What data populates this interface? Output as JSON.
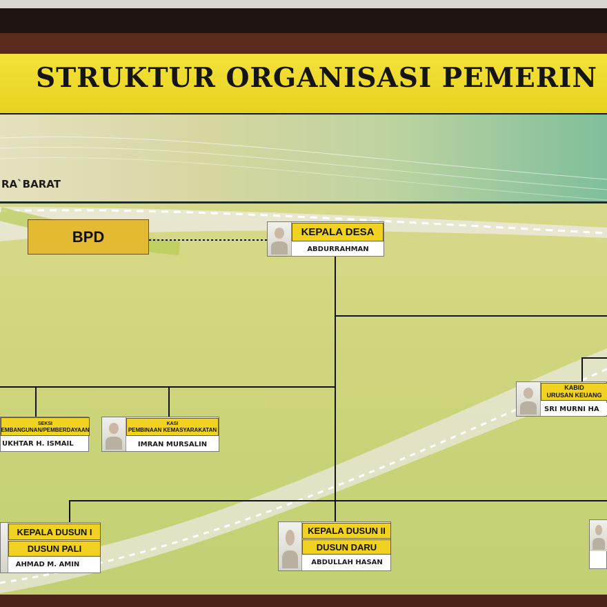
{
  "header": {
    "title": "STRUKTUR ORGANISASI PEMERIN"
  },
  "region_label": "RA`BARAT",
  "colors": {
    "title_band": "#f1df2c",
    "box_yellow": "#f1d221",
    "bpd": "#e2bb32",
    "frame": "#5a2a1c"
  },
  "bpd": {
    "label": "BPD"
  },
  "kepala_desa": {
    "title": "KEPALA DESA",
    "name": "ABDURRAHMAN"
  },
  "seksi_pembangunan": {
    "title": "SEKSI",
    "subtitle": "EMBANGUNAN/PEMBERDAYAAN",
    "name": "UKHTAR H. ISMAIL"
  },
  "kasi_pembinaan": {
    "title": "KASI",
    "subtitle": "PEMBINAAN KEMASYARAKATAN",
    "name": "IMRAN MURSALIN"
  },
  "kabid_keuangan": {
    "title": "KABID",
    "subtitle": "URUSAN KEUANG",
    "name": "SRI MURNI HA"
  },
  "dusun_1": {
    "title": "KEPALA DUSUN I",
    "dusun": "DUSUN PALI",
    "name": "AHMAD M. AMIN"
  },
  "dusun_2": {
    "title": "KEPALA DUSUN II",
    "dusun": "DUSUN DARU",
    "name": "ABDULLAH HASAN"
  }
}
